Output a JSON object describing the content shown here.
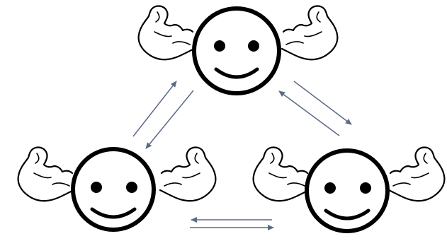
{
  "diagram": {
    "description_visible_text": "",
    "nodes": [
      {
        "id": "top",
        "expression": "smile",
        "arms": "flexing"
      },
      {
        "id": "bottom-left",
        "expression": "smile",
        "arms": "flexing"
      },
      {
        "id": "bottom-right",
        "expression": "smile",
        "arms": "flexing"
      }
    ],
    "edges": [
      {
        "from": "top",
        "to": "bottom-left",
        "bidirectional": true
      },
      {
        "from": "top",
        "to": "bottom-right",
        "bidirectional": true
      },
      {
        "from": "bottom-left",
        "to": "bottom-right",
        "bidirectional": true
      }
    ],
    "colors": {
      "outline": "#000000",
      "arrow": "#5b6a86",
      "background": "#ffffff"
    }
  }
}
